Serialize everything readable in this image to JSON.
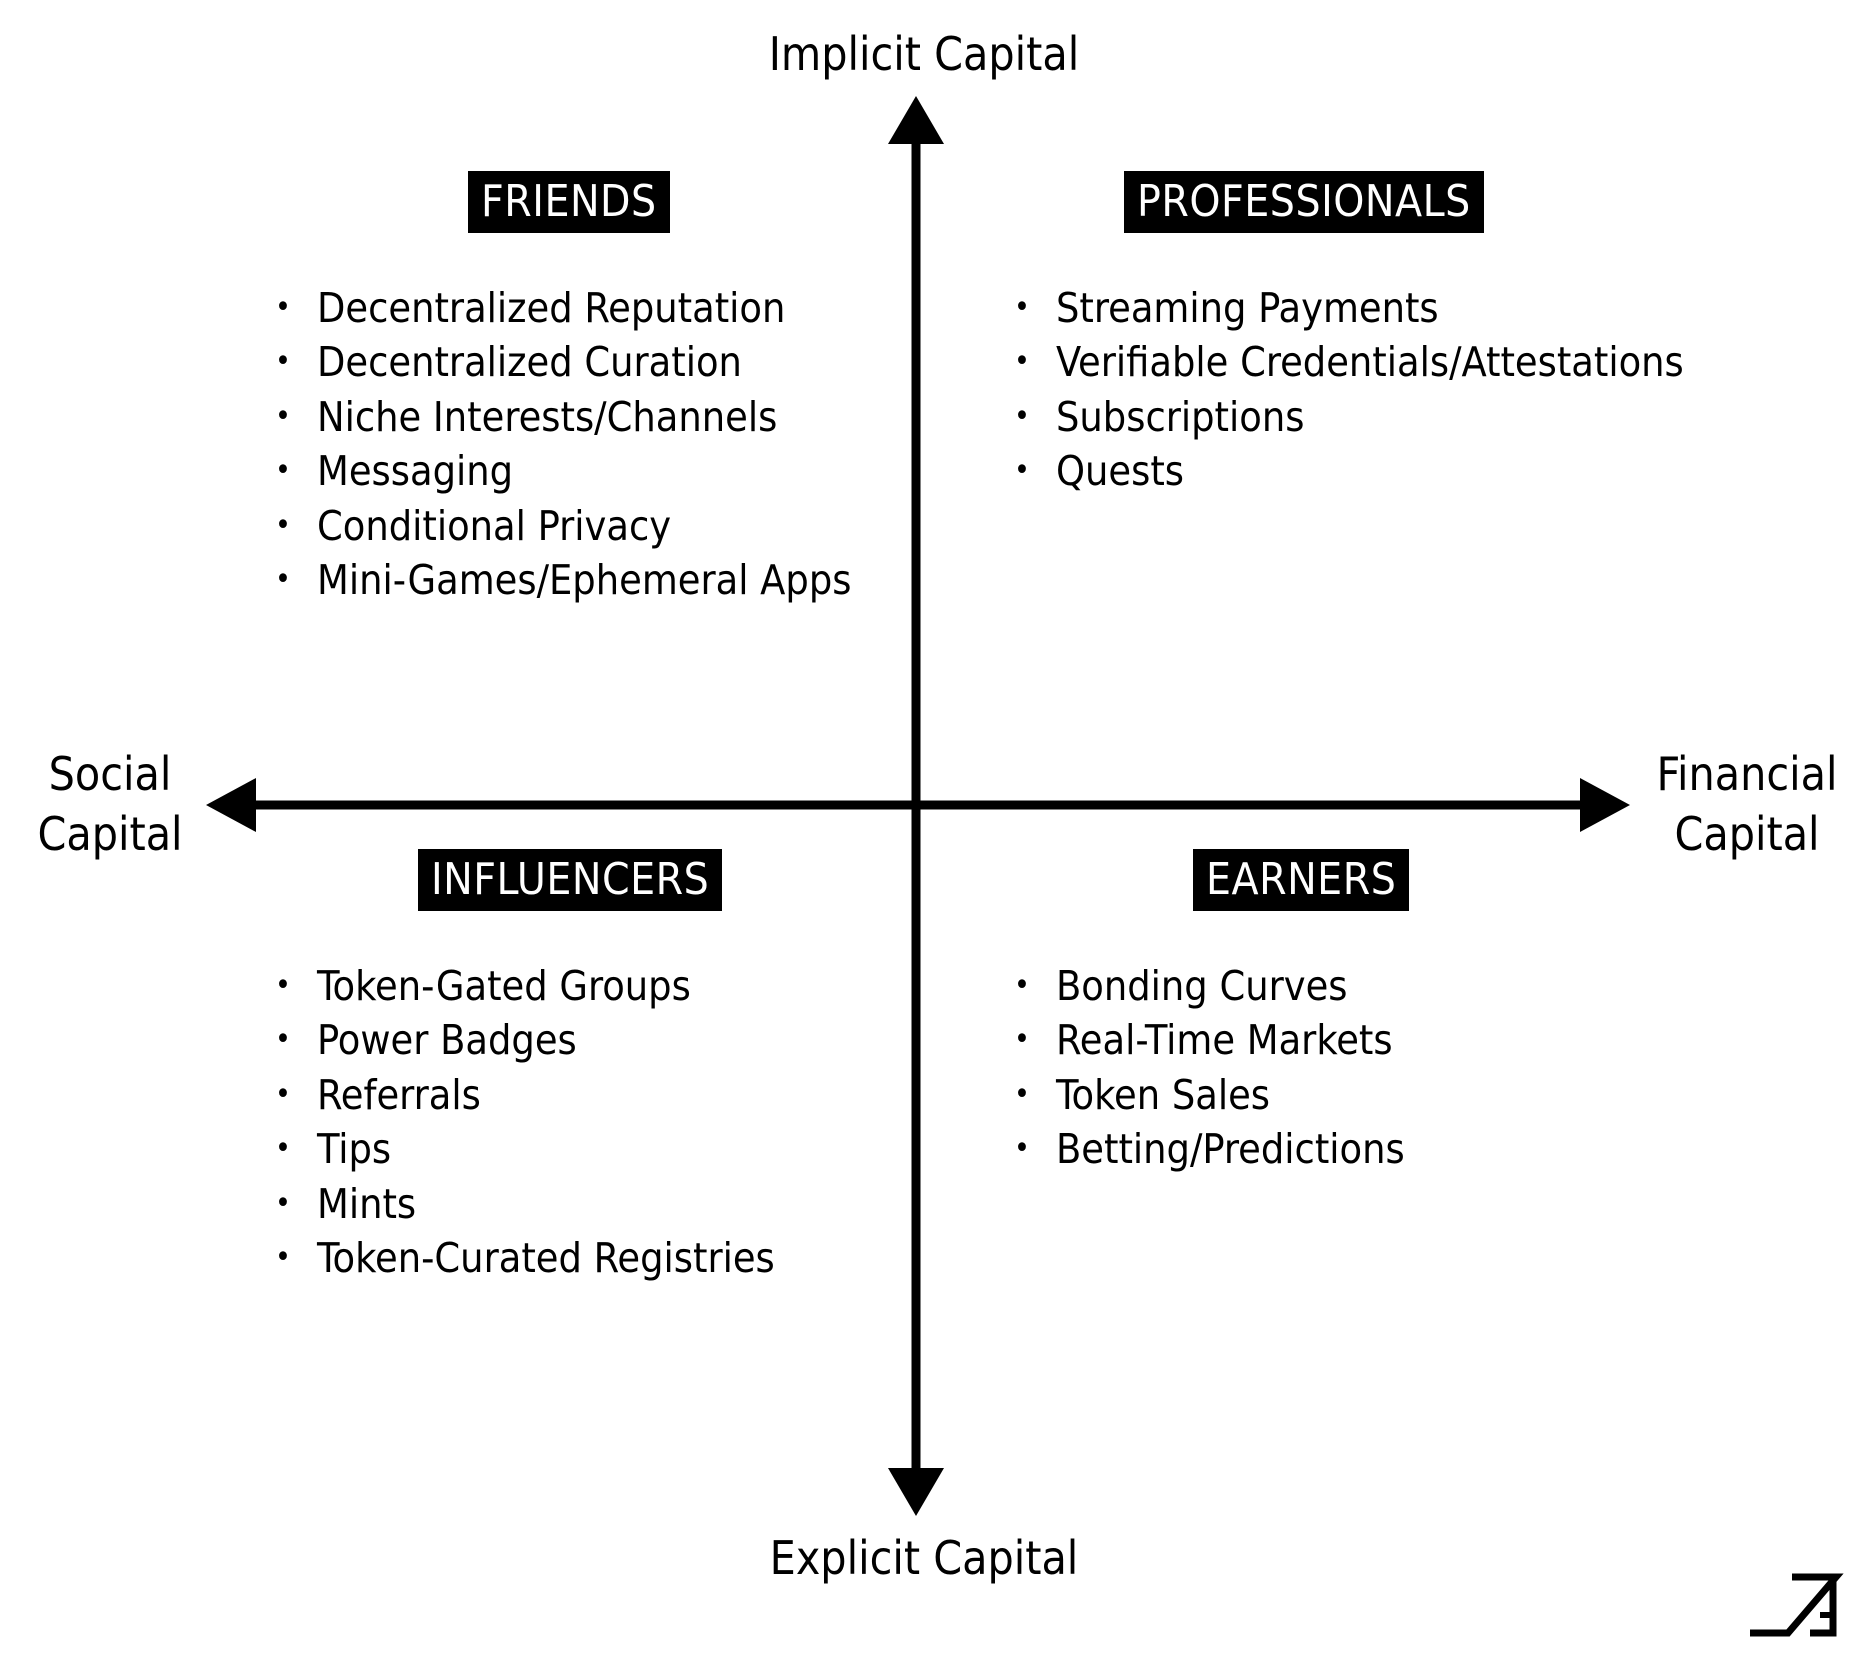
{
  "axes": {
    "top": "Implicit Capital",
    "bottom": "Explicit Capital",
    "left": [
      "Social",
      "Capital"
    ],
    "right": [
      "Financial",
      "Capital"
    ]
  },
  "quadrants": {
    "friends": {
      "title": "FRIENDS",
      "items": [
        "Decentralized Reputation",
        "Decentralized Curation",
        "Niche Interests/Channels",
        "Messaging",
        "Conditional Privacy",
        "Mini-Games/Ephemeral Apps"
      ]
    },
    "professionals": {
      "title": "PROFESSIONALS",
      "items": [
        "Streaming Payments",
        "Verifiable Credentials/Attestations",
        "Subscriptions",
        "Quests"
      ]
    },
    "influencers": {
      "title": "INFLUENCERS",
      "items": [
        "Token-Gated Groups",
        "Power Badges",
        "Referrals",
        "Tips",
        "Mints",
        "Token-Curated Registries"
      ]
    },
    "earners": {
      "title": "EARNERS",
      "items": [
        "Bonding Curves",
        "Real-Time Markets",
        "Token Sales",
        "Betting/Predictions"
      ]
    }
  },
  "colors": {
    "foreground": "#000000",
    "background": "#ffffff",
    "title_text": "#ffffff"
  },
  "icons": {
    "corner_logo": "corner-logo-icon"
  }
}
